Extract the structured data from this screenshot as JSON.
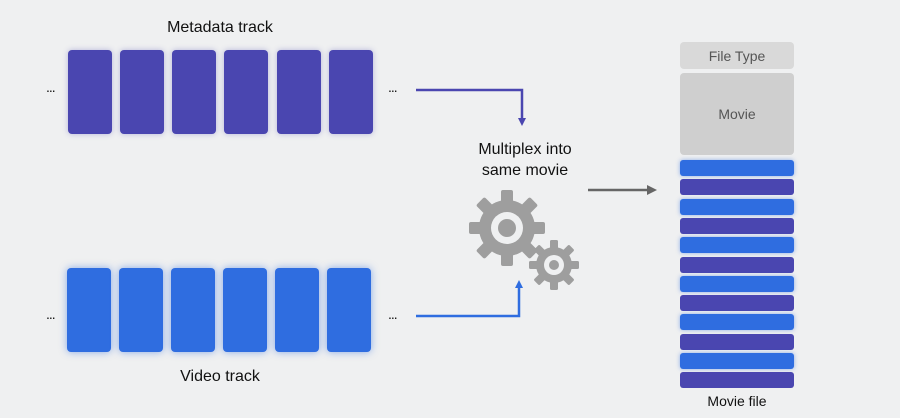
{
  "metadata_track": {
    "label": "Metadata track",
    "ellipsis_left": "...",
    "ellipsis_right": "..."
  },
  "video_track": {
    "label": "Video track",
    "ellipsis_left": "...",
    "ellipsis_right": "..."
  },
  "process": {
    "line1": "Multiplex into",
    "line2": "same movie"
  },
  "movie_file": {
    "file_type_label": "File Type",
    "movie_label": "Movie",
    "caption": "Movie file",
    "stripes": [
      "video",
      "metadata",
      "video",
      "metadata",
      "video",
      "metadata",
      "video",
      "metadata",
      "video",
      "metadata",
      "video",
      "metadata"
    ]
  },
  "colors": {
    "metadata": "#4a46b0",
    "video": "#2f6de0",
    "gear": "#9e9e9e",
    "header_box": "#d9d9d9",
    "background": "#eff0f1"
  }
}
